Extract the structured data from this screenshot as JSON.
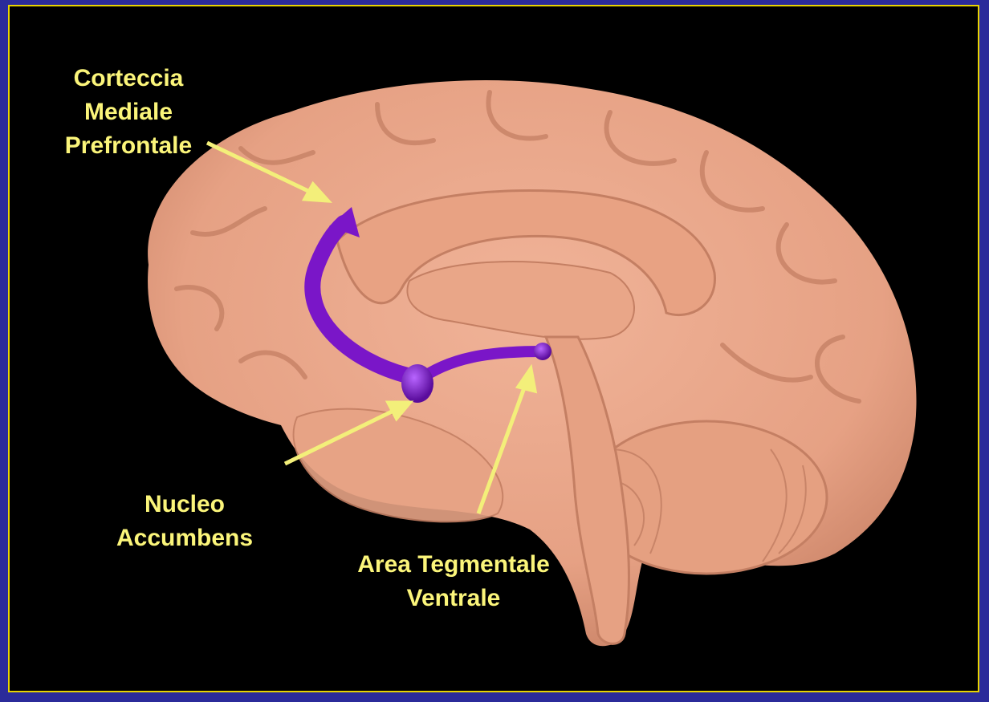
{
  "colors": {
    "background": "#000000",
    "border": "#2b2b9a",
    "border_outline": "#e8d400",
    "label_text": "#fbf57a",
    "arrow": "#f3ef7a",
    "brain": "#eba98b",
    "brain_shadow": "#c8846a",
    "pathway": "#7a16c8"
  },
  "labels": {
    "mpfc": {
      "line1": "Corteccia",
      "line2": "Mediale",
      "line3": "Prefrontale"
    },
    "nacc": {
      "line1": "Nucleo",
      "line2": "Accumbens"
    },
    "vta": {
      "line1": "Area Tegmentale",
      "line2": "Ventrale"
    }
  }
}
